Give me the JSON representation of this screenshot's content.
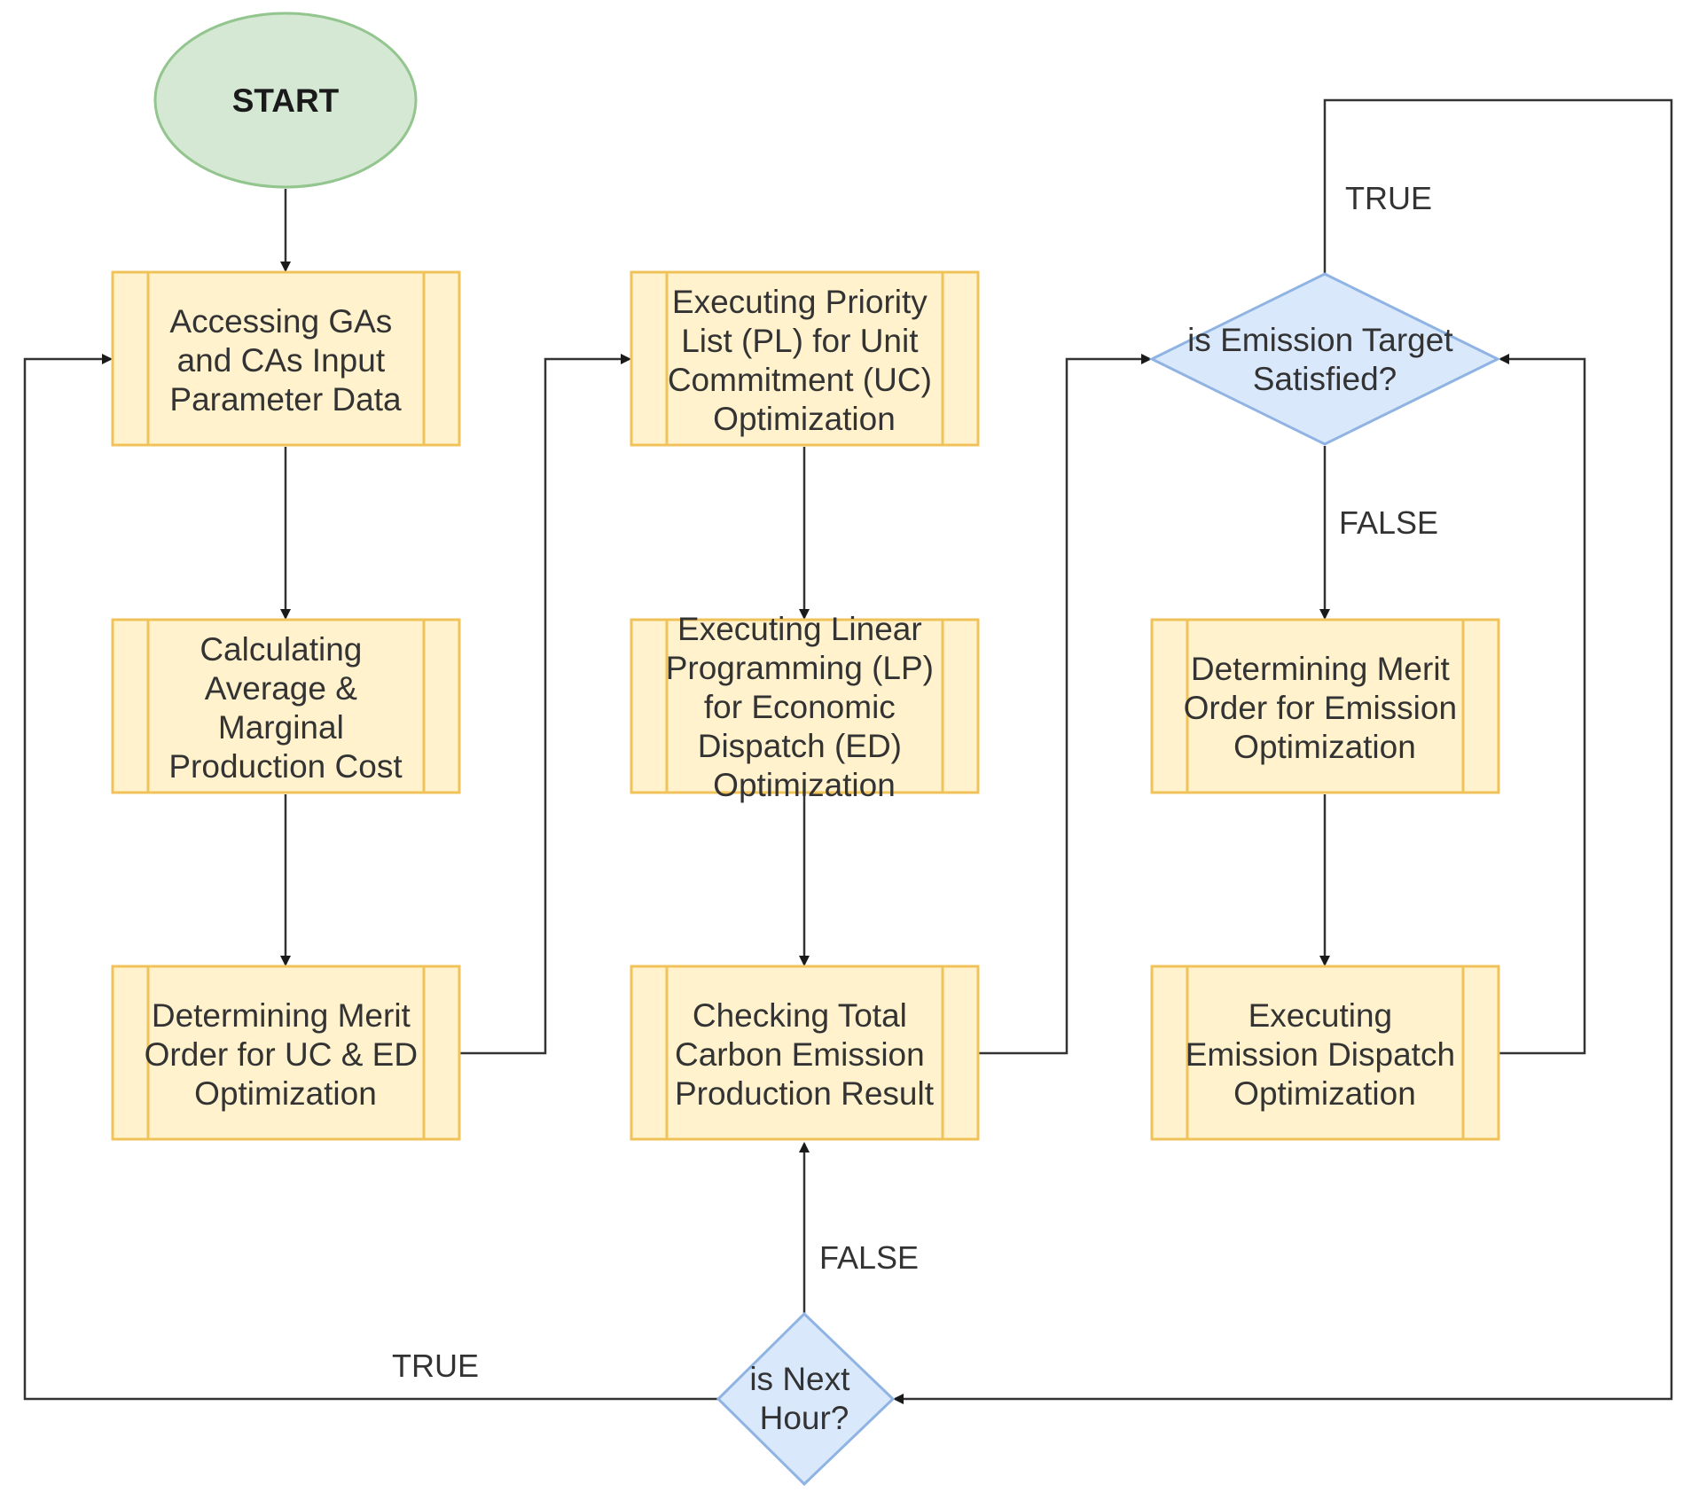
{
  "nodes": {
    "start": {
      "label": "START",
      "fill": "#d5e8d4",
      "stroke": "#93c58f"
    },
    "access_data": {
      "lines": [
        "Accessing GAs",
        "and CAs Input",
        "Parameter Data"
      ]
    },
    "calc_cost": {
      "lines": [
        "Calculating",
        "Average &",
        "Marginal",
        "Production Cost"
      ]
    },
    "merit_uc_ed": {
      "lines": [
        "Determining Merit",
        "Order for UC & ED",
        "Optimization"
      ]
    },
    "priority_list": {
      "lines": [
        "Executing Priority",
        "List (PL) for Unit",
        "Commitment (UC)",
        "Optimization"
      ]
    },
    "linear_prog": {
      "lines": [
        "Executing Linear",
        "Programming (LP)",
        "for Economic",
        "Dispatch (ED)",
        "Optimization"
      ]
    },
    "check_emission": {
      "lines": [
        "Checking Total",
        "Carbon Emission",
        "Production Result"
      ]
    },
    "emission_target": {
      "lines": [
        "is Emission Target",
        "Satisfied?"
      ]
    },
    "merit_emission": {
      "lines": [
        "Determining Merit",
        "Order for Emission",
        "Optimization"
      ]
    },
    "emission_dispatch": {
      "lines": [
        "Executing",
        "Emission Dispatch",
        "Optimization"
      ]
    },
    "next_hour": {
      "lines": [
        "is Next",
        "Hour?"
      ]
    }
  },
  "edge_labels": {
    "target_true": "TRUE",
    "target_false": "FALSE",
    "next_hour_false": "FALSE",
    "next_hour_true": "TRUE"
  },
  "colors": {
    "process_fill": "#fff2cc",
    "process_stroke": "#f0c35a",
    "decision_fill": "#dae8fc",
    "decision_stroke": "#8fb4e3",
    "edge": "#333333"
  }
}
